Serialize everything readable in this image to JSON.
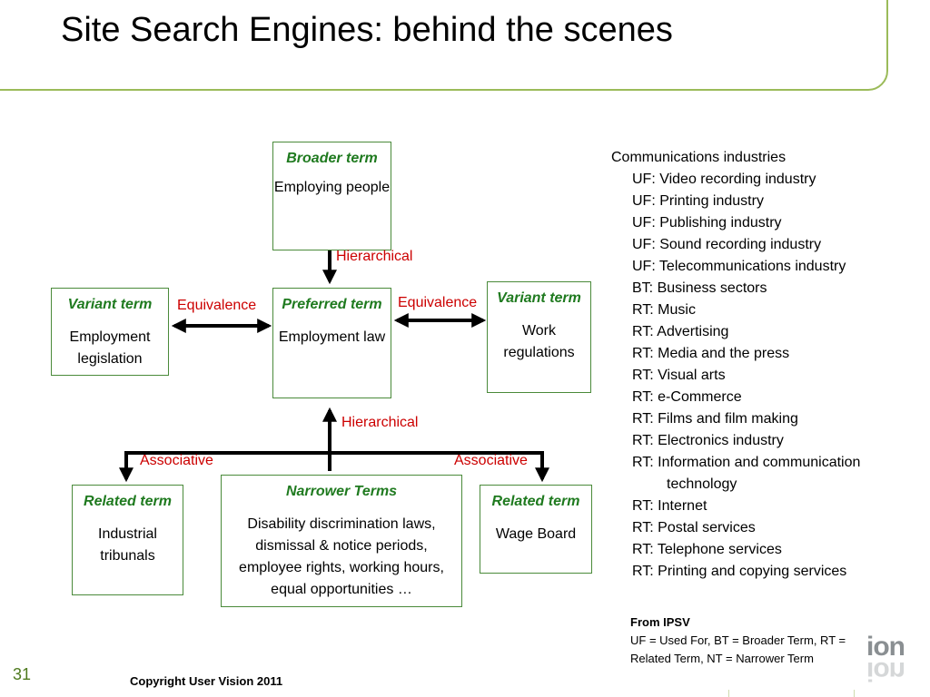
{
  "slide": {
    "title": "Site Search Engines: behind the scenes",
    "page_number": "31",
    "copyright": "Copyright User Vision 2011",
    "logo_text": "ion"
  },
  "colors": {
    "accent_green": "#9bbb59",
    "box_border": "#4a8a3a",
    "head_text": "#1f7a1f",
    "relation_red": "#cc0000"
  },
  "diagram": {
    "broader": {
      "head": "Broader term",
      "body": "Employing people"
    },
    "preferred": {
      "head": "Preferred term",
      "body": "Employment law"
    },
    "variant_left": {
      "head": "Variant term",
      "body": "Employment legislation"
    },
    "variant_right": {
      "head": "Variant term",
      "body": "Work regulations"
    },
    "related_left": {
      "head": "Related term",
      "body": "Industrial tribunals"
    },
    "narrower": {
      "head": "Narrower Terms",
      "body": "Disability discrimination laws, dismissal & notice periods, employee rights, working hours, equal opportunities …"
    },
    "related_right": {
      "head": "Related term",
      "body": "Wage Board"
    },
    "labels": {
      "hierarchical_top": "Hierarchical",
      "hierarchical_bottom": "Hierarchical",
      "equivalence_left": "Equivalence",
      "equivalence_right": "Equivalence",
      "associative_left": "Associative",
      "associative_right": "Associative"
    }
  },
  "thesaurus": {
    "term": "Communications industries",
    "entries": [
      "UF: Video recording industry",
      "UF: Printing industry",
      "UF: Publishing industry",
      "UF: Sound recording industry",
      "UF: Telecommunications industry",
      "BT: Business sectors",
      "RT: Music",
      "RT: Advertising",
      "RT: Media and the press",
      "RT: Visual arts",
      "RT: e-Commerce",
      "RT: Films and film making",
      "RT: Electronics industry",
      "RT: Information and communication",
      "technology",
      "RT: Internet",
      "RT: Postal services",
      "RT: Telephone services",
      "RT: Printing and copying services"
    ]
  },
  "legend": {
    "source": "From IPSV",
    "text": "UF = Used For, BT = Broader Term, RT = Related Term, NT = Narrower Term"
  }
}
